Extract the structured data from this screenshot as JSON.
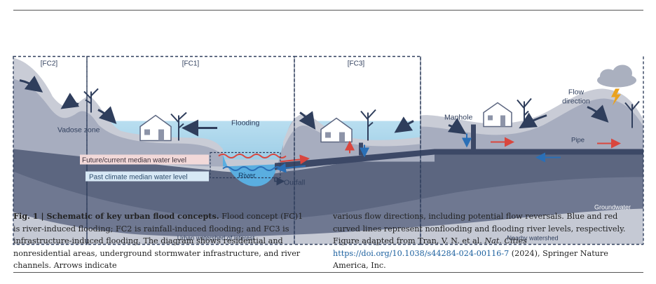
{
  "figure": {
    "panels": {
      "fc2": "[FC2]",
      "fc1": "[FC1]",
      "fc3": "[FC3]"
    },
    "labels": {
      "flooding": "Flooding",
      "vadose_zone": "Vadose zone",
      "future_level": "Future/current median water level",
      "past_level": "Past climate median water level",
      "river": "River",
      "outfall": "Outfall",
      "manhole": "Manhole",
      "flow_direction_1": "Flow",
      "flow_direction_2": "direction",
      "pipe": "Pipe",
      "groundwater": "Groundwater",
      "urban_watershed": "Urban watershed of interest",
      "nearby_watershed": "Nearby watershed"
    },
    "colors": {
      "sky_water": "#a9d4ea",
      "land_light": "#c7cad5",
      "land_mid": "#a2a8bb",
      "land_dark": "#6e7790",
      "soil_dark": "#57607a",
      "river_blue": "#5aaee0",
      "flood_red": "#d9463e",
      "flow_blue": "#2a6fb6",
      "future_box": "#f2d9d9",
      "past_box": "#d7e8f5"
    }
  },
  "caption": {
    "fig_label": "Fig. 1 | ",
    "title": "Schematic of key urban flood concepts.",
    "body_left": " Flood concept (FC)1 is river-induced flooding; FC2 is rainfall-induced flooding; and FC3 is infrastructure-induced flooding. The diagram shows residential and nonresidential areas, underground stormwater infrastructure, and river channels. Arrows indicate",
    "body_right": "various flow directions, including potential flow reversals. Blue and red curved lines represent nonflooding and flooding river levels, respectively. Figure adapted from Tran, V. N. et al. ",
    "journal": "Nat. Cities",
    "link": "https://doi.org/10.1038/s44284-024-00116-7",
    "tail": " (2024), Springer Nature America, Inc."
  }
}
